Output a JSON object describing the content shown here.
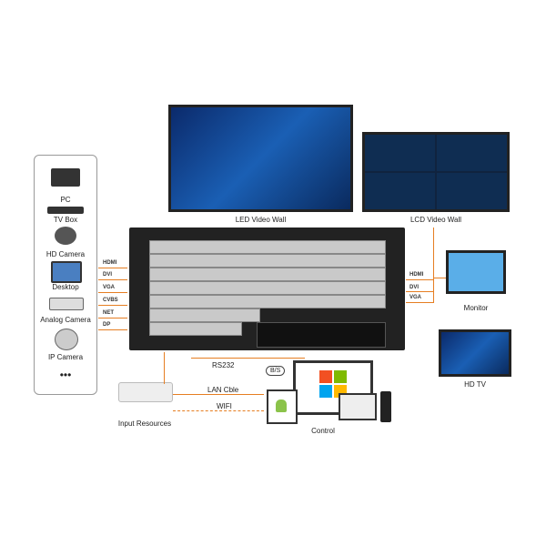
{
  "inputs": {
    "devices": [
      "PC",
      "TV Box",
      "HD Camera",
      "Desktop",
      "Analog Camera",
      "IP Camera"
    ],
    "more": "•••"
  },
  "input_signals": [
    "HDMI",
    "DVI",
    "VGA",
    "CVBS",
    "NET",
    "DP"
  ],
  "output_signals": [
    "HDMI",
    "DVI",
    "VGA"
  ],
  "displays": {
    "led": "LED Video Wall",
    "lcd": "LCD Video Wall",
    "monitor": "Monitor",
    "hdtv": "HD TV"
  },
  "network": {
    "rs232": "RS232",
    "lan": "LAN Cble",
    "wifi": "WIFI",
    "bs": "B/S",
    "router": "Input Resources",
    "control": "Control"
  },
  "colors": {
    "line": "#e67e22"
  }
}
